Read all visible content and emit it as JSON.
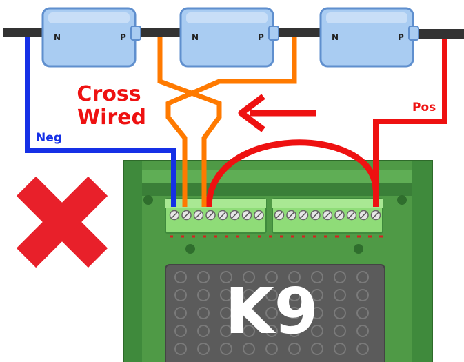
{
  "sensors": [
    {
      "neg_label": "N",
      "pos_label": "P"
    },
    {
      "neg_label": "N",
      "pos_label": "P"
    },
    {
      "neg_label": "N",
      "pos_label": "P"
    }
  ],
  "labels": {
    "cross_line1": "Cross",
    "cross_line2": "Wired",
    "neg": "Neg",
    "pos": "Pos",
    "controller": "K9"
  },
  "colors": {
    "neg_wire": "#1530e6",
    "pos_wire": "#ee1111",
    "cross_wire": "#ff7a00",
    "cable": "#333333",
    "sensor_fill": "#a9ccf2",
    "sensor_stroke": "#5f8fce",
    "board": "#4f9a46",
    "board_dark": "#2f6e2d",
    "terminal": "#8fdc78",
    "x_mark": "#e8202a"
  },
  "status": {
    "wiring": "incorrect",
    "icon": "x-mark-icon",
    "arrow_icon": "arrow-left-icon"
  }
}
